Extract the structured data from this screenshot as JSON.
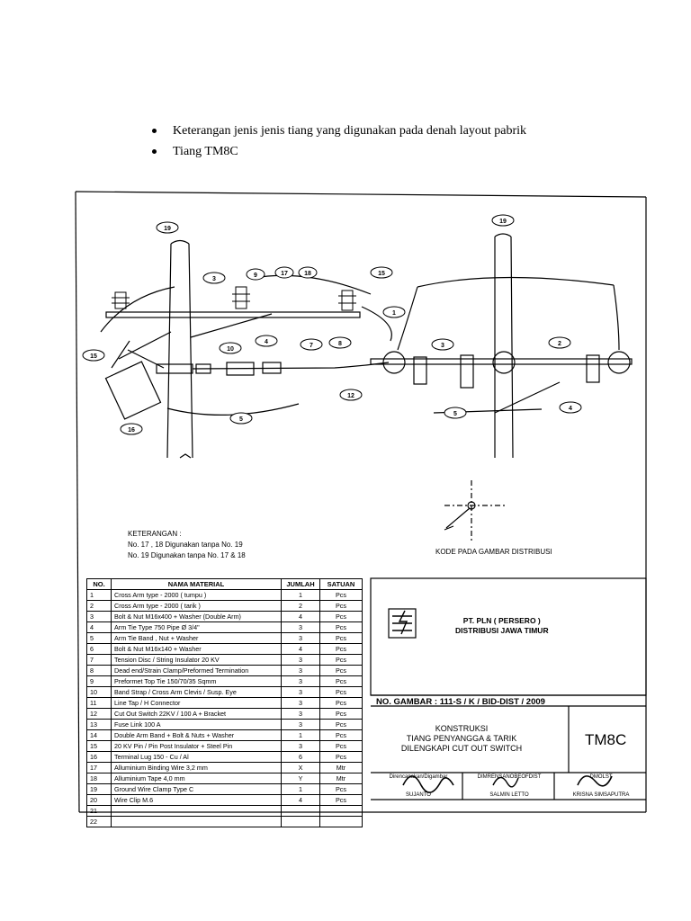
{
  "bullets": [
    "Keterangan jenis jenis tiang yang digunakan pada denah layout pabrik",
    "Tiang TM8C"
  ],
  "keterangan": {
    "title": "KETERANGAN :",
    "lines": [
      "No. 17 , 18 Digunakan tanpa No. 19",
      "No. 19 Digunakan tanpa No. 17 & 18"
    ]
  },
  "kode_label": "KODE PADA GAMBAR DISTRIBUSI",
  "callouts_left": [
    "19",
    "3",
    "9",
    "17",
    "18",
    "15",
    "1",
    "4",
    "7",
    "8",
    "10",
    "15",
    "16",
    "5"
  ],
  "callouts_right": [
    "19",
    "3",
    "2",
    "12",
    "5",
    "4"
  ],
  "table": {
    "headers": [
      "NO.",
      "NAMA MATERIAL",
      "JUMLAH",
      "SATUAN"
    ],
    "rows": [
      [
        "1",
        "Cross Arm type - 2000 ( tumpu )",
        "1",
        "Pcs"
      ],
      [
        "2",
        "Cross Arm type - 2000 ( tarik )",
        "2",
        "Pcs"
      ],
      [
        "3",
        "Bolt & Nut M16x400 + Washer (Double Arm)",
        "4",
        "Pcs"
      ],
      [
        "4",
        "Arm Tie Type 750 Pipe Ø 3/4\"",
        "3",
        "Pcs"
      ],
      [
        "5",
        "Arm Tie Band , Nut + Washer",
        "3",
        "Pcs"
      ],
      [
        "6",
        "Bolt & Nut M16x140 + Washer",
        "4",
        "Pcs"
      ],
      [
        "7",
        "Tension Disc / String Insulator 20 KV",
        "3",
        "Pcs"
      ],
      [
        "8",
        "Dead end/Strain Clamp/Preformed Termination",
        "3",
        "Pcs"
      ],
      [
        "9",
        "Preformet Top Tie 150/70/35 Sqmm",
        "3",
        "Pcs"
      ],
      [
        "10",
        "Band Strap / Cross Arm Clevis / Susp. Eye",
        "3",
        "Pcs"
      ],
      [
        "11",
        "Line Tap / H Connector",
        "3",
        "Pcs"
      ],
      [
        "12",
        "Cut Out Switch 22KV / 100 A + Bracket",
        "3",
        "Pcs"
      ],
      [
        "13",
        "Fuse Link 100 A",
        "3",
        "Pcs"
      ],
      [
        "14",
        "Double Arm Band + Bolt & Nuts + Washer",
        "1",
        "Pcs"
      ],
      [
        "15",
        "20 KV Pin / Pin Post Insulator + Steel Pin",
        "3",
        "Pcs"
      ],
      [
        "16",
        "Terminal Lug 150 - Cu / Al",
        "6",
        "Pcs"
      ],
      [
        "17",
        "Alluminium Binding Wire 3,2 mm",
        "X",
        "Mtr"
      ],
      [
        "18",
        "Alluminium Tape 4,0 mm",
        "Y",
        "Mtr"
      ],
      [
        "19",
        "Ground Wire Clamp Type C",
        "1",
        "Pcs"
      ],
      [
        "20",
        "Wire Clip M.6",
        "4",
        "Pcs"
      ],
      [
        "21",
        "",
        "",
        ""
      ],
      [
        "22",
        "",
        "",
        ""
      ]
    ]
  },
  "company": {
    "name": "PT. PLN ( PERSERO )",
    "unit": "DISTRIBUSI JAWA TIMUR"
  },
  "no_gambar": "NO. GAMBAR  :  111-S / K / BID-DIST / 2009",
  "konstruksi": [
    "KONSTRUKSI",
    "TIANG PENYANGGA & TARIK",
    "DILENGKAPI CUT OUT SWITCH"
  ],
  "code": "TM8C",
  "signatures": {
    "s1_label": "Direncanakan/Digambar",
    "s1_name": "SUJANTO",
    "s2_label": "DIMRENSANOBEOFDIST",
    "s2_name": "SALMIN LETTO",
    "s3_label": "DMOLST",
    "s3_name": "KRISNA SIMSAPUTRA"
  }
}
